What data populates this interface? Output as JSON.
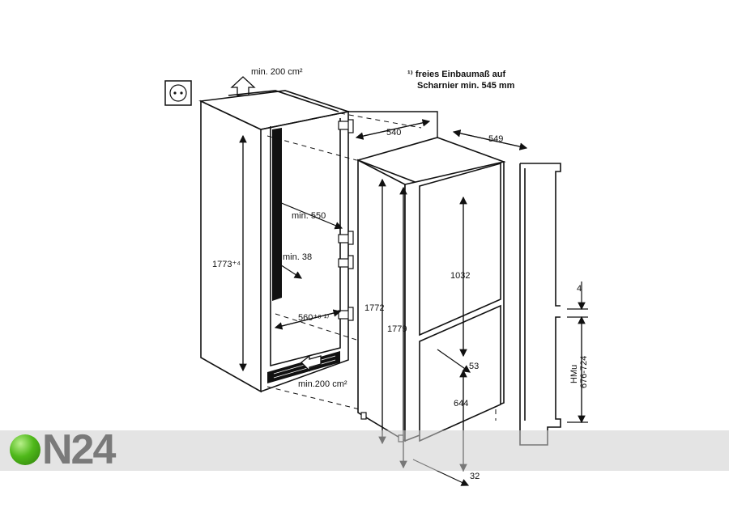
{
  "notes": {
    "vent_top": "min. 200 cm²",
    "vent_bottom": "min.200 cm²",
    "footnote_line1": "¹⁾ freies Einbaumaß auf",
    "footnote_line2": "Scharnier min. 545 mm"
  },
  "dimensions": {
    "d540": "540",
    "d549": "549",
    "min550": "min. 550",
    "min38": "min. 38",
    "h1773": "1773⁺⁴",
    "w560": "560⁺⁸ ¹⁾",
    "h1772": "1772",
    "h1779": "1779",
    "h1032": "1032",
    "d53": "53",
    "h644": "644",
    "d32": "32",
    "d4": "4",
    "hmu_line1": "HMu",
    "hmu_line2": "676-724"
  },
  "logo": {
    "text": "N24",
    "accent_color": "#4fb81a"
  }
}
